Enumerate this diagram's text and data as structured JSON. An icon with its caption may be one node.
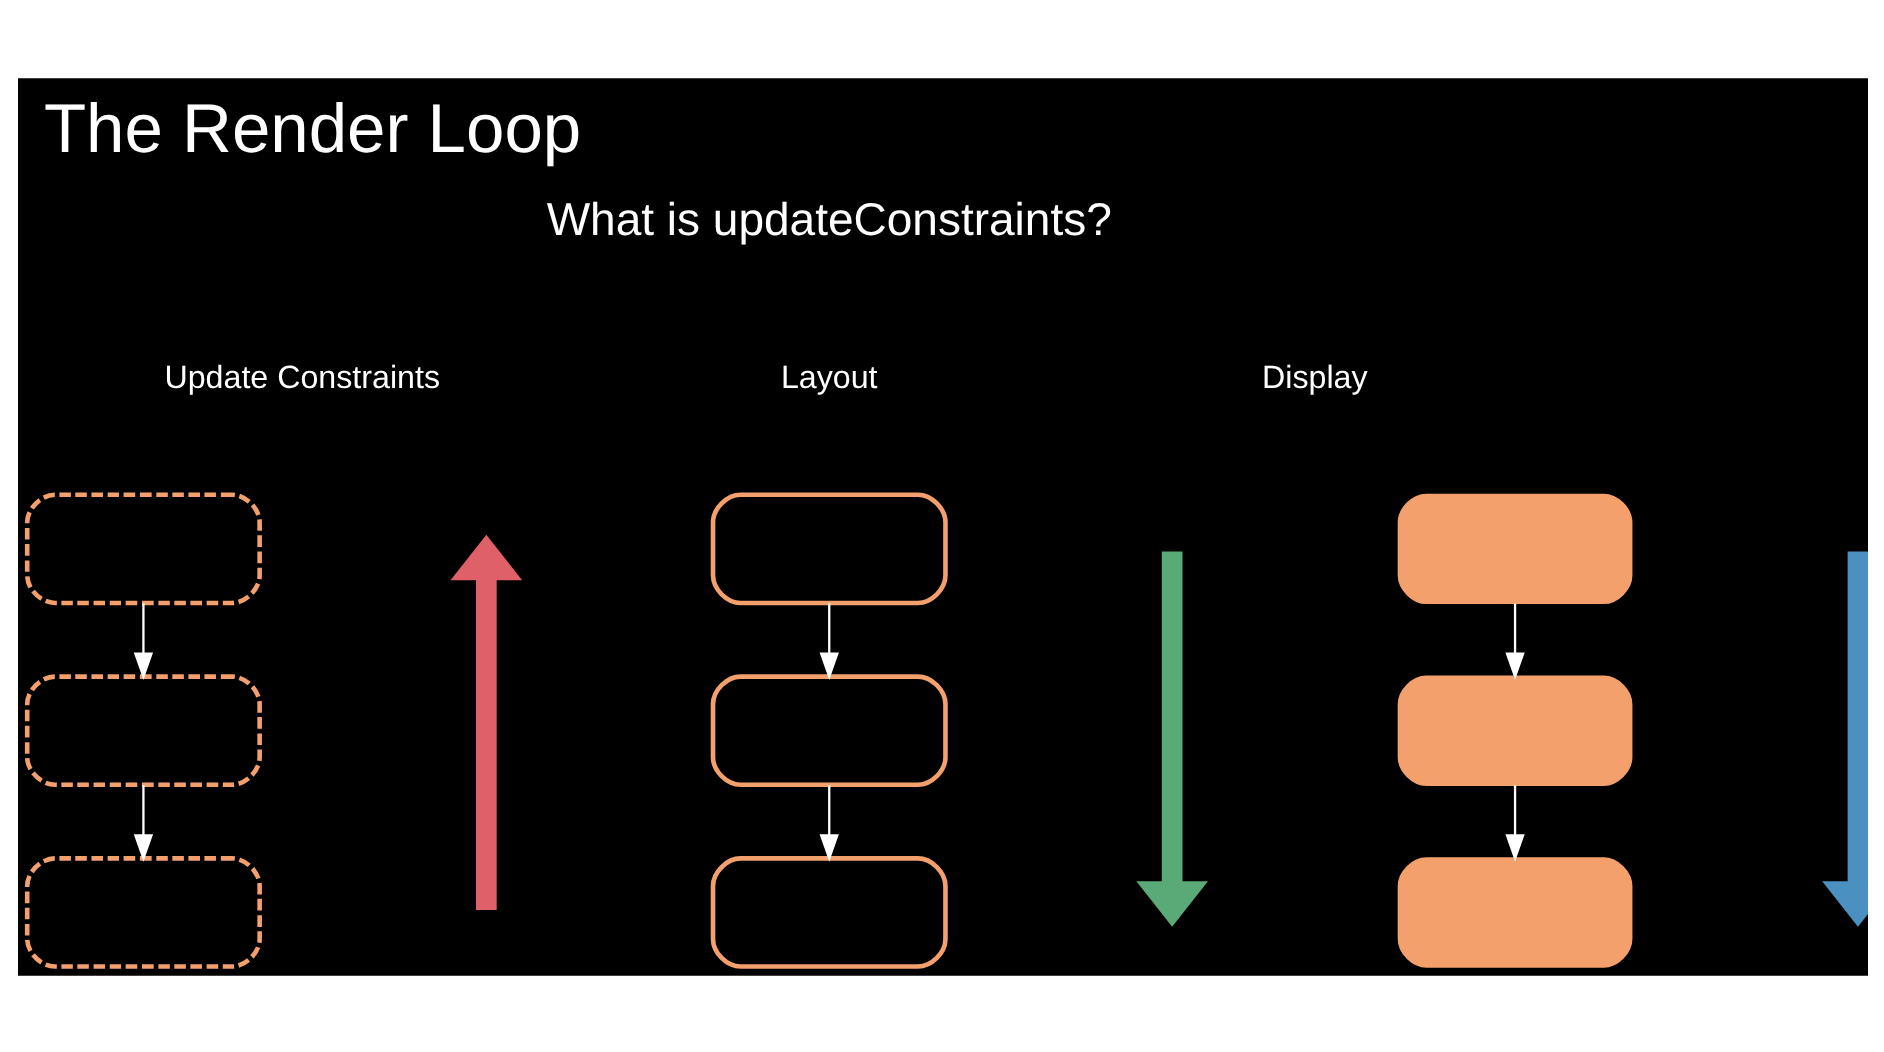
{
  "diagram": {
    "title": "The Render Loop",
    "nodes": [
      {
        "text": [],
        "shape": "box"
      },
      {
        "text": [],
        "shape": "box"
      },
      {
        "text": [],
        "shape": "box"
      },
      {
        "text": [],
        "shape": "box"
      },
      {
        "text": [],
        "shape": "box"
      },
      {
        "text": [],
        "shape": "box"
      },
      {
        "text": [],
        "shape": "box"
      },
      {
        "text": [],
        "shape": "box"
      },
      {
        "text": [],
        "shape": "box"
      }
    ],
    "edges": [
      {
        "from": 0,
        "to": 1,
        "arrow": "to"
      },
      {
        "from": 1,
        "to": 2,
        "arrow": "to"
      },
      {
        "from": 3,
        "to": 4,
        "arrow": "to"
      },
      {
        "from": 4,
        "to": 5,
        "arrow": "to"
      },
      {
        "from": 6,
        "to": 7,
        "arrow": "to"
      },
      {
        "from": 7,
        "to": 8,
        "arrow": "to"
      }
    ],
    "labels": [
      "What is updateConstraints?",
      "Update Constraints",
      "Layout",
      "Display"
    ]
  }
}
